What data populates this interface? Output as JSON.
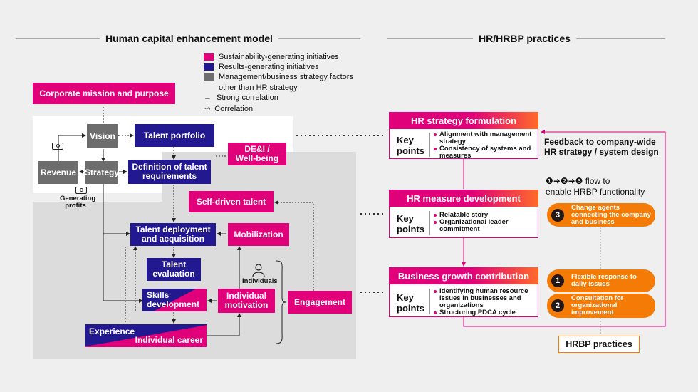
{
  "left_title": "Human capital enhancement model",
  "right_title": "HR/HRBP practices",
  "legend": {
    "sustainability": "Sustainability-generating initiatives",
    "results": "Results-generating initiatives",
    "management_line1": "Management/business strategy factors",
    "management_line2": "other than HR strategy",
    "strong": "Strong correlation",
    "correlation": "Correlation"
  },
  "colors": {
    "pink": "#e0007a",
    "navy": "#221890",
    "gray": "#6d6d6d",
    "orange": "#f47b06"
  },
  "nodes": {
    "corporate_mission": "Corporate mission and purpose",
    "vision": "Vision",
    "talent_portfolio": "Talent portfolio",
    "dei_line1": "DE&I /",
    "dei_line2": "Well-being",
    "revenue": "Revenue",
    "strategy": "Strategy",
    "definition_line1": "Definition of talent",
    "definition_line2": "requirements",
    "generating_profits_line1": "Generating",
    "generating_profits_line2": "profits",
    "self_driven": "Self-driven talent",
    "deployment_line1": "Talent deployment",
    "deployment_line2": "and acquisition",
    "mobilization": "Mobilization",
    "individuals": "Individuals",
    "evaluation_line1": "Talent",
    "evaluation_line2": "evaluation",
    "skills_line1": "Skills",
    "skills_line2": "development",
    "motivation_line1": "Individual",
    "motivation_line2": "motivation",
    "engagement": "Engagement",
    "experience": "Experience",
    "individual_career": "Individual career"
  },
  "hr": {
    "key_points_line1": "Key",
    "key_points_line2": "points",
    "strategy": {
      "title": "HR strategy formulation",
      "bullets": [
        "Alignment with management strategy",
        "Consistency of systems and measures"
      ]
    },
    "measure": {
      "title": "HR measure development",
      "bullets": [
        "Relatable story",
        "Organizational leader commitment"
      ]
    },
    "growth": {
      "title": "Business growth contribution",
      "bullets": [
        "Identifying human resource issues in businesses and organizations",
        "Structuring PDCA cycle"
      ]
    }
  },
  "feedback_line1": "Feedback to company-wide",
  "feedback_line2": "HR strategy / system design",
  "flow_line1": "❶➜❷➜❸ flow to",
  "flow_line2": "enable HRBP functionality",
  "pills": [
    {
      "num": "3",
      "text": "Change agents connecting the company and business"
    },
    {
      "num": "1",
      "text": "Flexible response to daily issues"
    },
    {
      "num": "2",
      "text": "Consultation for organizational improvement"
    }
  ],
  "hrbp_practices": "HRBP practices"
}
